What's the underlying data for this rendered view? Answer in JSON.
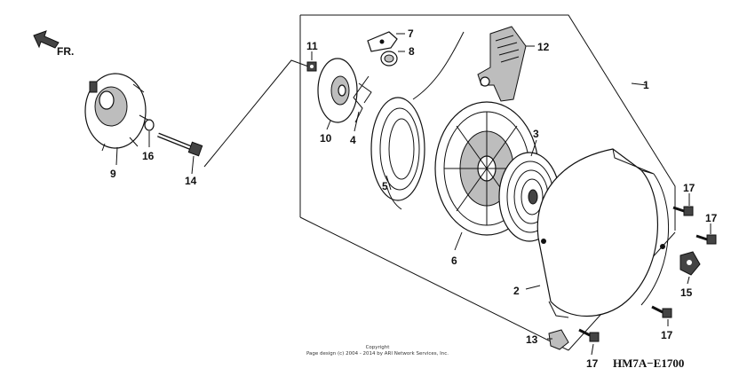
{
  "direction": {
    "label": "FR."
  },
  "callouts": {
    "c1": "1",
    "c2": "2",
    "c3": "3",
    "c4": "4",
    "c5": "5",
    "c6": "6",
    "c7": "7",
    "c8": "8",
    "c9": "9",
    "c10": "10",
    "c11": "11",
    "c12": "12",
    "c13": "13",
    "c14": "14",
    "c15": "15",
    "c16": "16",
    "c17a": "17",
    "c17b": "17",
    "c17c": "17",
    "c17d": "17"
  },
  "footer": {
    "copyright_title": "Copyright",
    "copyright_line": "Page design (c) 2004 - 2014 by ARI Network Services, Inc.",
    "diagram_code": "HM7A−E1700"
  }
}
